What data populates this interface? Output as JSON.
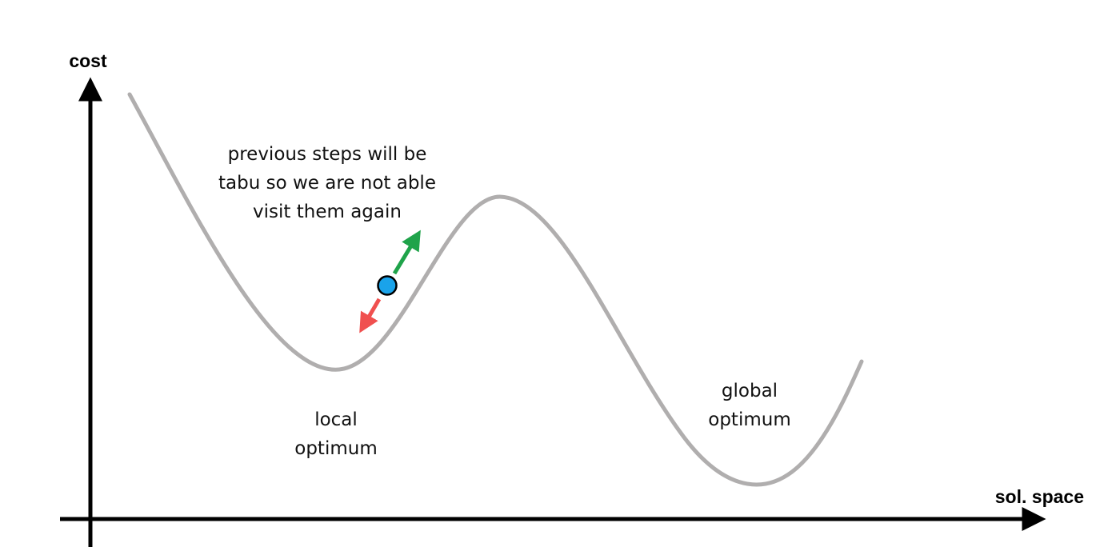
{
  "axes": {
    "y_label": "cost",
    "x_label": "sol. space"
  },
  "annotations": {
    "tabu_note": [
      "previous steps will be",
      "tabu so we are not able",
      "visit them again"
    ],
    "local_optimum": [
      "local",
      "optimum"
    ],
    "global_optimum": [
      "global",
      "optimum"
    ]
  },
  "colors": {
    "curve": "#b0aeae",
    "axis": "#000000",
    "current_point": "#1aa3ea",
    "forward_arrow": "#1fa34a",
    "tabu_arrow": "#f0504f"
  }
}
